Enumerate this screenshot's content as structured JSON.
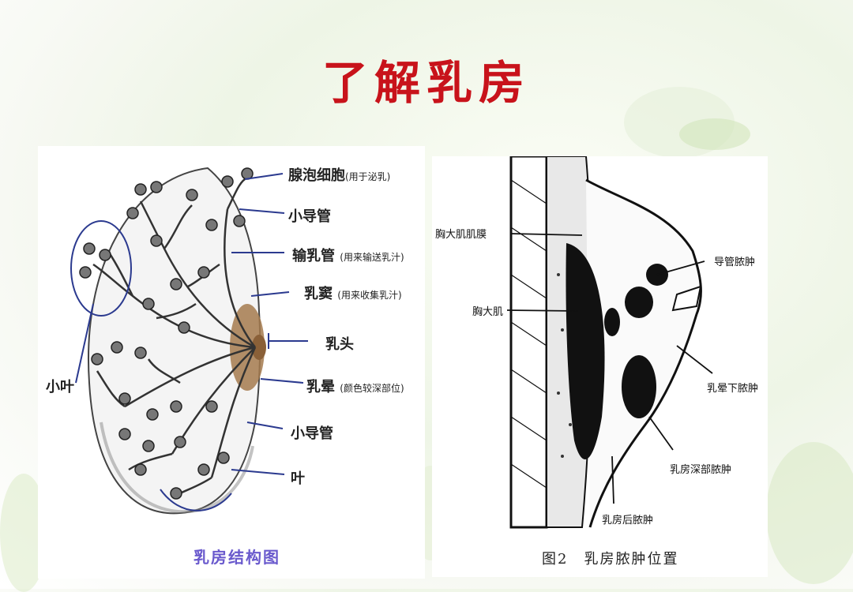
{
  "title": "了解乳房",
  "left_figure": {
    "caption": "乳房结构图",
    "labels": {
      "alveolar": "腺泡细胞",
      "alveolar_note": "(用于泌乳)",
      "small_duct_1": "小导管",
      "lactiferous": "输乳管",
      "lactiferous_note": "(用来输送乳汁)",
      "sinus": "乳窦",
      "sinus_note": "(用来收集乳汁)",
      "nipple": "乳头",
      "areola": "乳晕",
      "areola_note": "(颜色较深部位)",
      "small_duct_2": "小导管",
      "lobe": "叶",
      "lobule": "小叶"
    }
  },
  "right_figure": {
    "caption": "图2　乳房脓肿位置",
    "labels": {
      "fascia": "胸大肌肌膜",
      "pectoralis": "胸大肌",
      "duct_abscess": "导管脓肿",
      "subareolar": "乳晕下脓肿",
      "deep": "乳房深部脓肿",
      "retro": "乳房后脓肿"
    }
  },
  "colors": {
    "title": "#c8131b",
    "left_caption": "#6a5acd",
    "pointer_line": "#2b3a8f"
  }
}
